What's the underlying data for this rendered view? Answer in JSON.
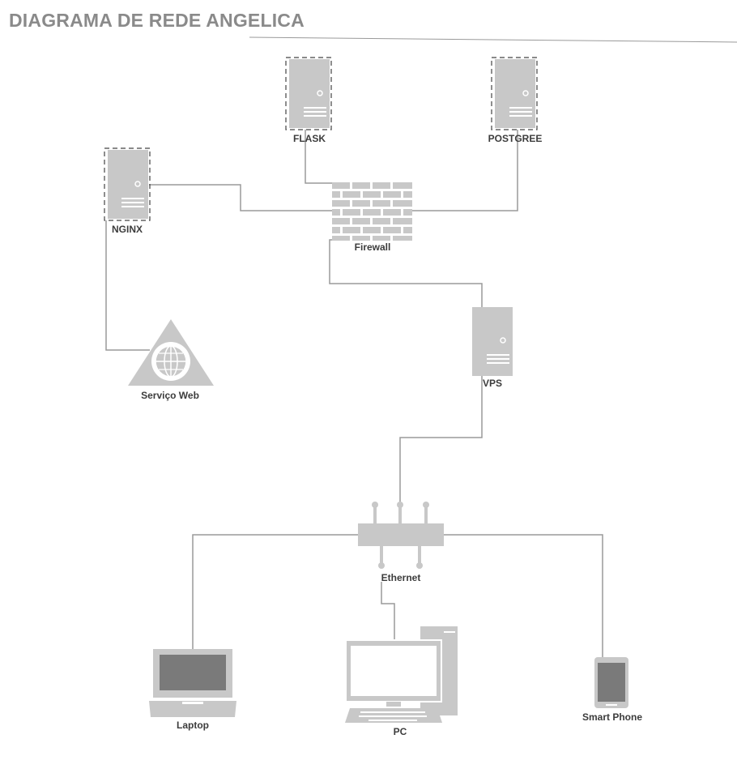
{
  "title": "DIAGRAMA DE REDE ANGELICA",
  "nodes": {
    "flask": {
      "label": "FLASK",
      "icon": "server-icon"
    },
    "postgree": {
      "label": "POSTGREE",
      "icon": "server-icon"
    },
    "nginx": {
      "label": "NGINX",
      "icon": "server-icon"
    },
    "firewall": {
      "label": "Firewall",
      "icon": "firewall-icon"
    },
    "servico_web": {
      "label": "Serviço Web",
      "icon": "web-service-icon"
    },
    "vps": {
      "label": "VPS",
      "icon": "server-icon"
    },
    "ethernet": {
      "label": "Ethernet",
      "icon": "router-icon"
    },
    "laptop": {
      "label": "Laptop",
      "icon": "laptop-icon"
    },
    "pc": {
      "label": "PC",
      "icon": "desktop-pc-icon"
    },
    "smartphone": {
      "label": "Smart Phone",
      "icon": "smartphone-icon"
    }
  },
  "colors": {
    "icon_fill": "#c8c8c8",
    "icon_dark": "#7a7a7a",
    "line": "#9a9a9a",
    "title": "#8a8a8a",
    "label": "#3c3c3c"
  }
}
